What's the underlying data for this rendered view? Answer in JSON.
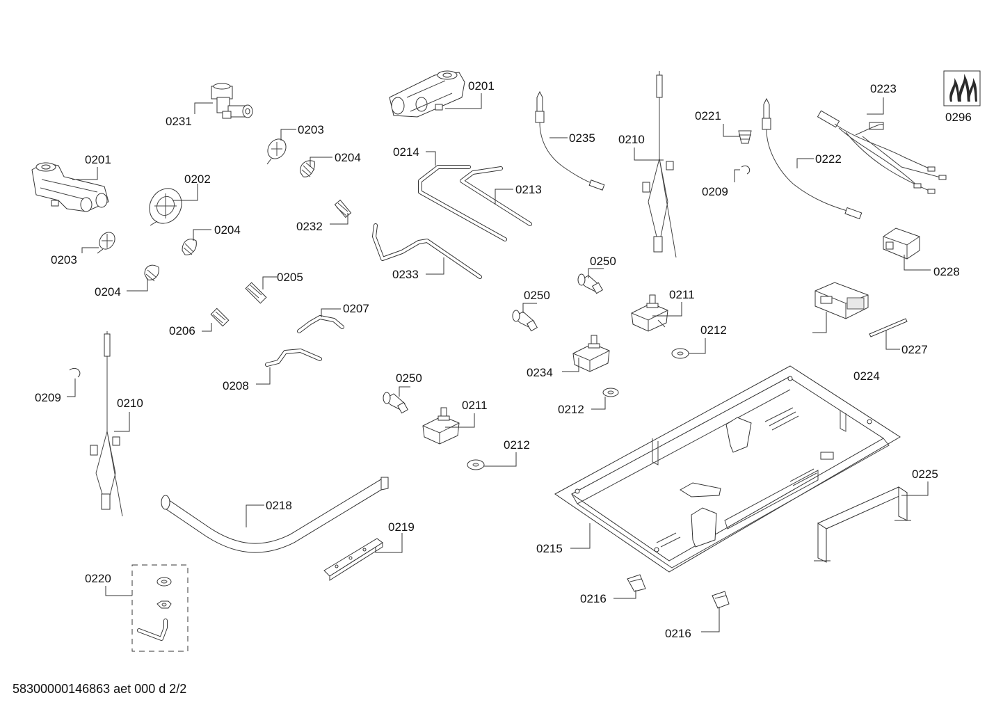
{
  "document_id": "58300000146863 aet 000 d 2/2",
  "icon": {
    "name": "gas-flame-icon",
    "label": "0296"
  },
  "labels": {
    "l0201a": "0201",
    "l0201b": "0201",
    "l0231": "0231",
    "l0203a": "0203",
    "l0203b": "0203",
    "l0204a": "0204",
    "l0204b": "0204",
    "l0204c": "0204",
    "l0202": "0202",
    "l0232": "0232",
    "l0205": "0205",
    "l0206": "0206",
    "l0207": "0207",
    "l0208": "0208",
    "l0214": "0214",
    "l0213": "0213",
    "l0233": "0233",
    "l0235": "0235",
    "l0210a": "0210",
    "l0210b": "0210",
    "l0221": "0221",
    "l0209a": "0209",
    "l0209b": "0209",
    "l0222": "0222",
    "l0223": "0223",
    "l0228": "0228",
    "l0250a": "0250",
    "l0250b": "0250",
    "l0250c": "0250",
    "l0211a": "0211",
    "l0211b": "0211",
    "l0212a": "0212",
    "l0212b": "0212",
    "l0212c": "0212",
    "l0234": "0234",
    "l0227": "0227",
    "l0224": "0224",
    "l0225": "0225",
    "l0215": "0215",
    "l0216a": "0216",
    "l0216b": "0216",
    "l0218": "0218",
    "l0219": "0219",
    "l0220": "0220"
  }
}
